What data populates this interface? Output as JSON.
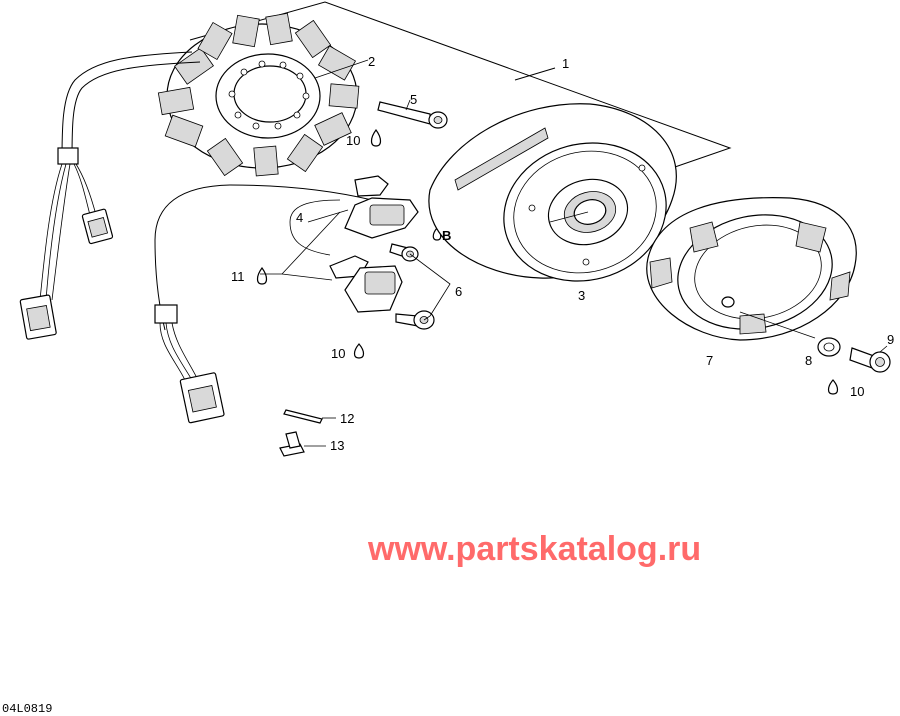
{
  "callouts": {
    "c1": "1",
    "c2": "2",
    "c3": "3",
    "c4": "4",
    "c5": "5",
    "c6": "6",
    "c7": "7",
    "c8": "8",
    "c9": "9",
    "c10a": "10",
    "c10b": "10",
    "c10c": "10",
    "c11": "11",
    "c12": "12",
    "c13": "13"
  },
  "glue_marker": "B",
  "watermark": "www.partskatalog.ru",
  "figure_code": "04L0819"
}
